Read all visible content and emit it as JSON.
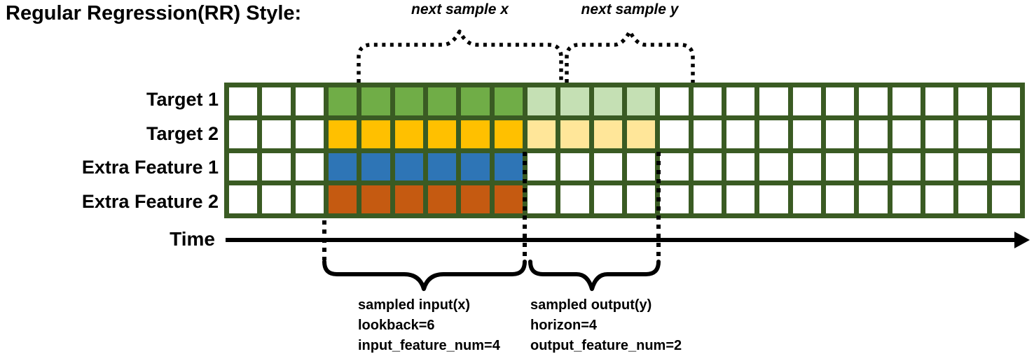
{
  "title": "Regular Regression(RR) Style:",
  "annotations": {
    "next_sample_x": "next sample x",
    "next_sample_y": "next sample y",
    "time_label": "Time",
    "input_block": [
      "sampled input(x)",
      "lookback=6",
      "input_feature_num=4"
    ],
    "output_block": [
      "sampled output(y)",
      "horizon=4",
      "output_feature_num=2"
    ]
  },
  "grid": {
    "columns": 24,
    "border_color": "#3A5B23",
    "cell_color": "#FFFFFF",
    "rows": [
      {
        "name": "target-1",
        "label": "Target 1",
        "segments": [
          {
            "start": 4,
            "end": 9,
            "color": "#70AD47"
          },
          {
            "start": 10,
            "end": 13,
            "color": "#C5E0B4"
          }
        ]
      },
      {
        "name": "target-2",
        "label": "Target 2",
        "segments": [
          {
            "start": 4,
            "end": 9,
            "color": "#FFC000"
          },
          {
            "start": 10,
            "end": 13,
            "color": "#FFE699"
          }
        ]
      },
      {
        "name": "extra-feature-1",
        "label": "Extra Feature 1",
        "segments": [
          {
            "start": 4,
            "end": 9,
            "color": "#2E75B6"
          }
        ]
      },
      {
        "name": "extra-feature-2",
        "label": "Extra Feature 2",
        "segments": [
          {
            "start": 4,
            "end": 9,
            "color": "#C55A11"
          }
        ]
      }
    ]
  },
  "params": {
    "lookback": 6,
    "horizon": 4,
    "input_feature_num": 4,
    "output_feature_num": 2
  },
  "colors": {
    "lookback_target1": "#70AD47",
    "horizon_target1": "#C5E0B4",
    "lookback_target2": "#FFC000",
    "horizon_target2": "#FFE699",
    "lookback_extra1": "#2E75B6",
    "lookback_extra2": "#C55A11",
    "grid_border": "#3A5B23",
    "ink": "#000000"
  }
}
